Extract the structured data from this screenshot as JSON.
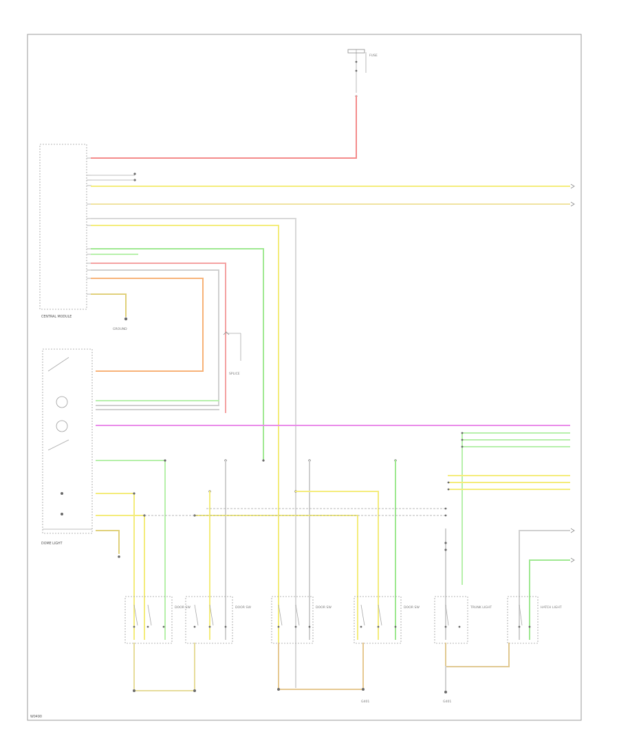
{
  "figure_id": "W0490",
  "colors": {
    "red": "#f48a8a",
    "yellow": "#f4ec7a",
    "green": "#9ee890",
    "orange": "#f7b277",
    "magenta": "#e98ae9",
    "gray": "#c9c9c9",
    "olive": "#d9c884"
  },
  "components": {
    "top_fuse": "FUSE",
    "central_module": "CENTRAL MODULE",
    "dome_light": "DOME LIGHT",
    "ground_left": "GROUND",
    "ground_mid": "G401",
    "ground_right": "G401",
    "left_front_door_switch": "DOOR SW",
    "right_front_door_switch": "DOOR SW",
    "left_rear_door_switch": "DOOR SW",
    "right_rear_door_switch": "DOOR SW",
    "trunk_light": "TRUNK LIGHT",
    "hatch_light": "HATCH LIGHT"
  },
  "icons": {
    "splice": "splice-dot-icon",
    "ground": "ground-icon",
    "connector": "connector-arrow-icon"
  }
}
